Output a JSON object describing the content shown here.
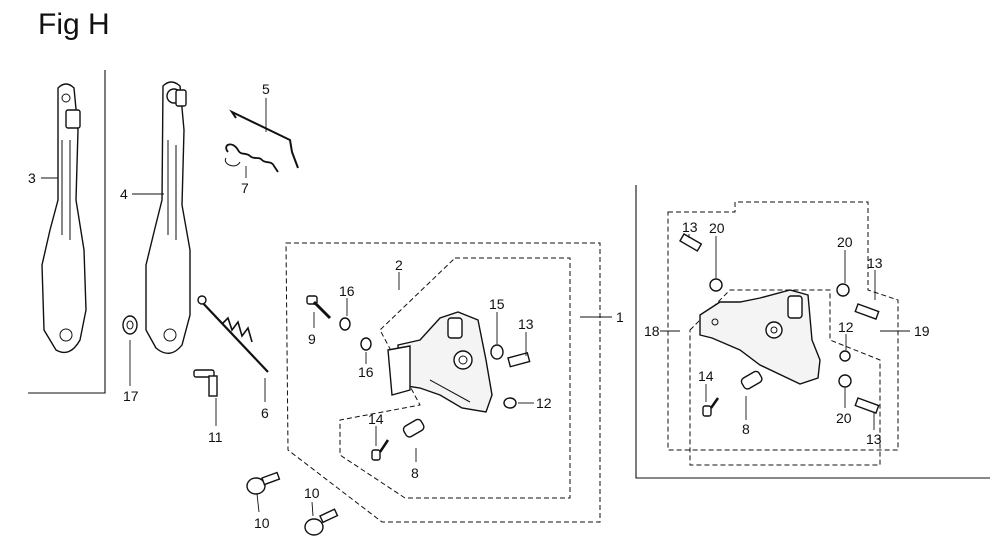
{
  "figure": {
    "title": "Fig H"
  },
  "callouts": [
    "1",
    "2",
    "3",
    "4",
    "5",
    "6",
    "7",
    "8",
    "8",
    "9",
    "10",
    "10",
    "11",
    "12",
    "12",
    "13",
    "13",
    "13",
    "13",
    "14",
    "14",
    "15",
    "16",
    "16",
    "17",
    "18",
    "19",
    "20",
    "20",
    "20"
  ]
}
